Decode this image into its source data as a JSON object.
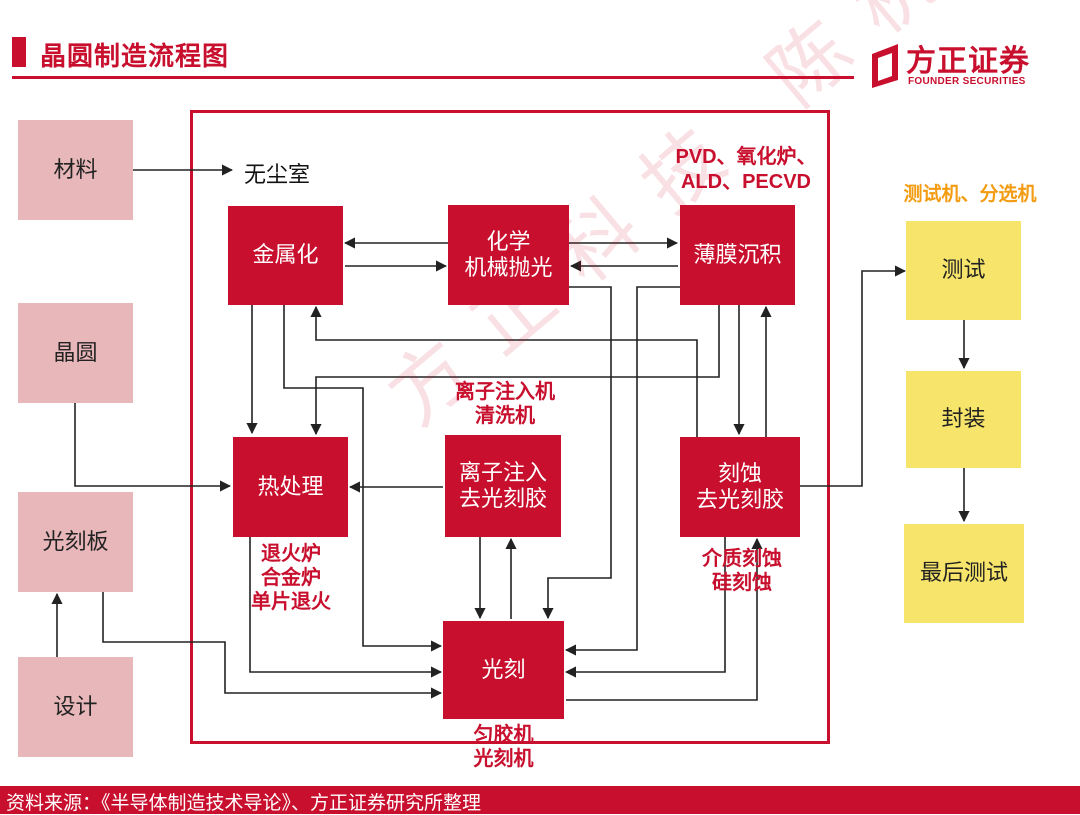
{
  "header": {
    "title": "晶圆制造流程图",
    "logo_cn": "方正证券",
    "logo_en": "FOUNDER SECURITIES"
  },
  "inputs": {
    "materials": "材料",
    "wafer": "晶圆",
    "mask": "光刻板",
    "design": "设计"
  },
  "cleanroom_label": "无尘室",
  "process": {
    "metallization": "金属化",
    "cmp": "化学\n机械抛光",
    "thin_film": "薄膜沉积",
    "heat_treatment": "热处理",
    "ion_implant": "离子注入\n去光刻胶",
    "etch": "刻蚀\n去光刻胶",
    "lithography": "光刻"
  },
  "equipment": {
    "thin_film": "PVD、氧化炉、\nALD、PECVD",
    "ion_implant": "离子注入机\n清洗机",
    "heat_treatment": "退火炉\n合金炉\n单片退火",
    "etch": "介质刻蚀\n硅刻蚀",
    "lithography": "匀胶机\n光刻机",
    "test": "测试机、分选机"
  },
  "backend": {
    "test": "测试",
    "package": "封装",
    "final_test": "最后测试"
  },
  "watermark": "方正科技 陈杭",
  "footer": {
    "source": "资料来源：《半导体制造技术导论》、方正证券研究所整理"
  },
  "colors": {
    "brand_red": "#c8102e",
    "input_pink": "#e8b7b9",
    "backend_yellow": "#f7e46a",
    "equipment_orange": "#f39c12"
  }
}
